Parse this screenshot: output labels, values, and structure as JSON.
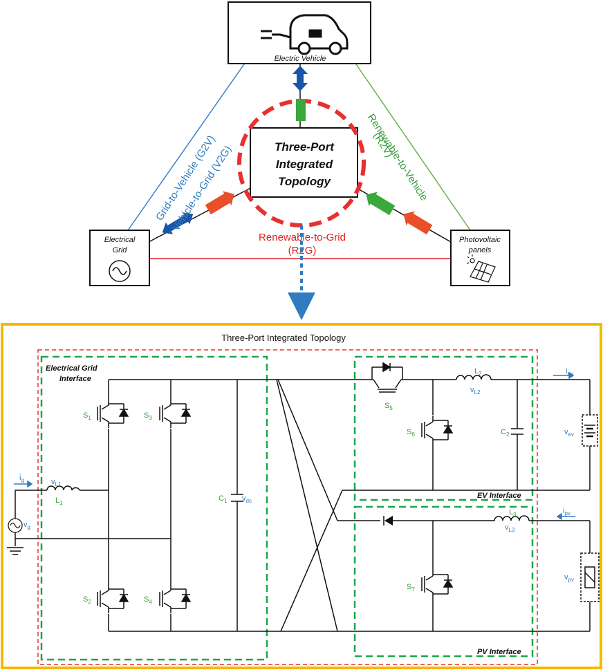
{
  "top": {
    "ev_label": "Electric Vehicle",
    "center_lines": [
      "Three-Port",
      "Integrated",
      "Topology"
    ],
    "grid_lines": [
      "Electrical",
      "Grid"
    ],
    "pv_lines": [
      "Photovoltaic",
      "panels"
    ],
    "g2v": "Grid-to-Vehicle (G2V)",
    "v2g": "Vehicle-to-Grid (V2G)",
    "r2v_line1": "Renewable-to-Vehicle",
    "r2v_line2": "(R2V)",
    "r2g_line1": "Renewable-to-Grid",
    "r2g_line2": "(R2G)"
  },
  "circuit": {
    "title": "Three-Port Integrated Topology",
    "grid_interface": [
      "Electrical Grid",
      "Interface"
    ],
    "ev_interface": "EV Interface",
    "pv_interface": "PV Interface",
    "s1_pre": "S",
    "s1_sub": "1",
    "s2_pre": "S",
    "s2_sub": "2",
    "s3_pre": "S",
    "s3_sub": "3",
    "s4_pre": "S",
    "s4_sub": "4",
    "s5_pre": "S",
    "s5_sub": "5",
    "s6_pre": "S",
    "s6_sub": "6",
    "s7_pre": "S",
    "s7_sub": "7",
    "l1_pre": "L",
    "l1_sub": "1",
    "l2_pre": "L",
    "l2_sub": "2",
    "l3_pre": "L",
    "l3_sub": "3",
    "c1_pre": "C",
    "c1_sub": "1",
    "c2_pre": "C",
    "c2_sub": "2",
    "vl1_pre": "v",
    "vl1_sub": "L1",
    "vl2_pre": "v",
    "vl2_sub": "L2",
    "vl3_pre": "v",
    "vl3_sub": "L3",
    "vdc_pre": "v",
    "vdc_sub": "dc",
    "vg_pre": "v",
    "vg_sub": "g",
    "ig_pre": "i",
    "ig_sub": "g",
    "iev_pre": "i",
    "iev_sub": "ev",
    "ipv_pre": "i",
    "ipv_sub": "pv",
    "vev_pre": "v",
    "vev_sub": "ev",
    "vpv_pre": "v",
    "vpv_sub": "pv"
  },
  "colors": {
    "orange_frame": "#f5b800",
    "red_dash": "#e83030",
    "green_dash": "#1aa64a",
    "blue_arrow": "#1a56a8",
    "green_arrow": "#3aa83a",
    "red_arrow": "#e8502a",
    "label_green": "#3a9a3a",
    "label_blue": "#2f7cc0",
    "line_blue": "#3a7fd0",
    "line_green": "#6ab04c",
    "line_red": "#e02020"
  }
}
